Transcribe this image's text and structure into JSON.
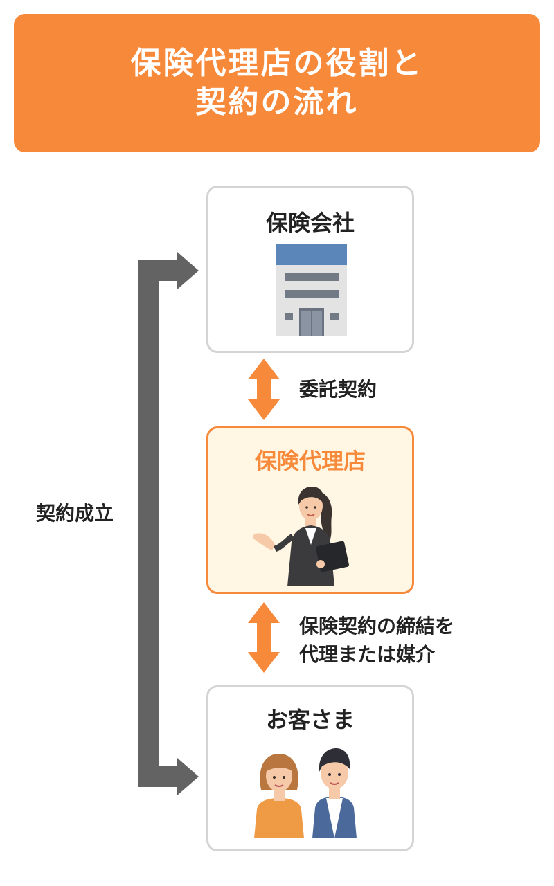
{
  "header": {
    "title_line1": "保険代理店の役割と",
    "title_line2": "契約の流れ"
  },
  "insurer": {
    "label": "保険会社",
    "icon": "office-building-icon"
  },
  "agency": {
    "label": "保険代理店",
    "icon": "businesswoman-icon"
  },
  "customer": {
    "label": "お客さま",
    "icon": "customers-couple-icon"
  },
  "relations": {
    "insurer_agency": "委託契約",
    "agency_customer_line1": "保険契約の締結を",
    "agency_customer_line2": "代理または媒介"
  },
  "contract_flow": {
    "label": "契約成立"
  },
  "colors": {
    "accent": "#f7893a",
    "agency_fill": "#fff6e3",
    "flow_arrow": "#636363",
    "box_border": "#d4d4d4"
  }
}
